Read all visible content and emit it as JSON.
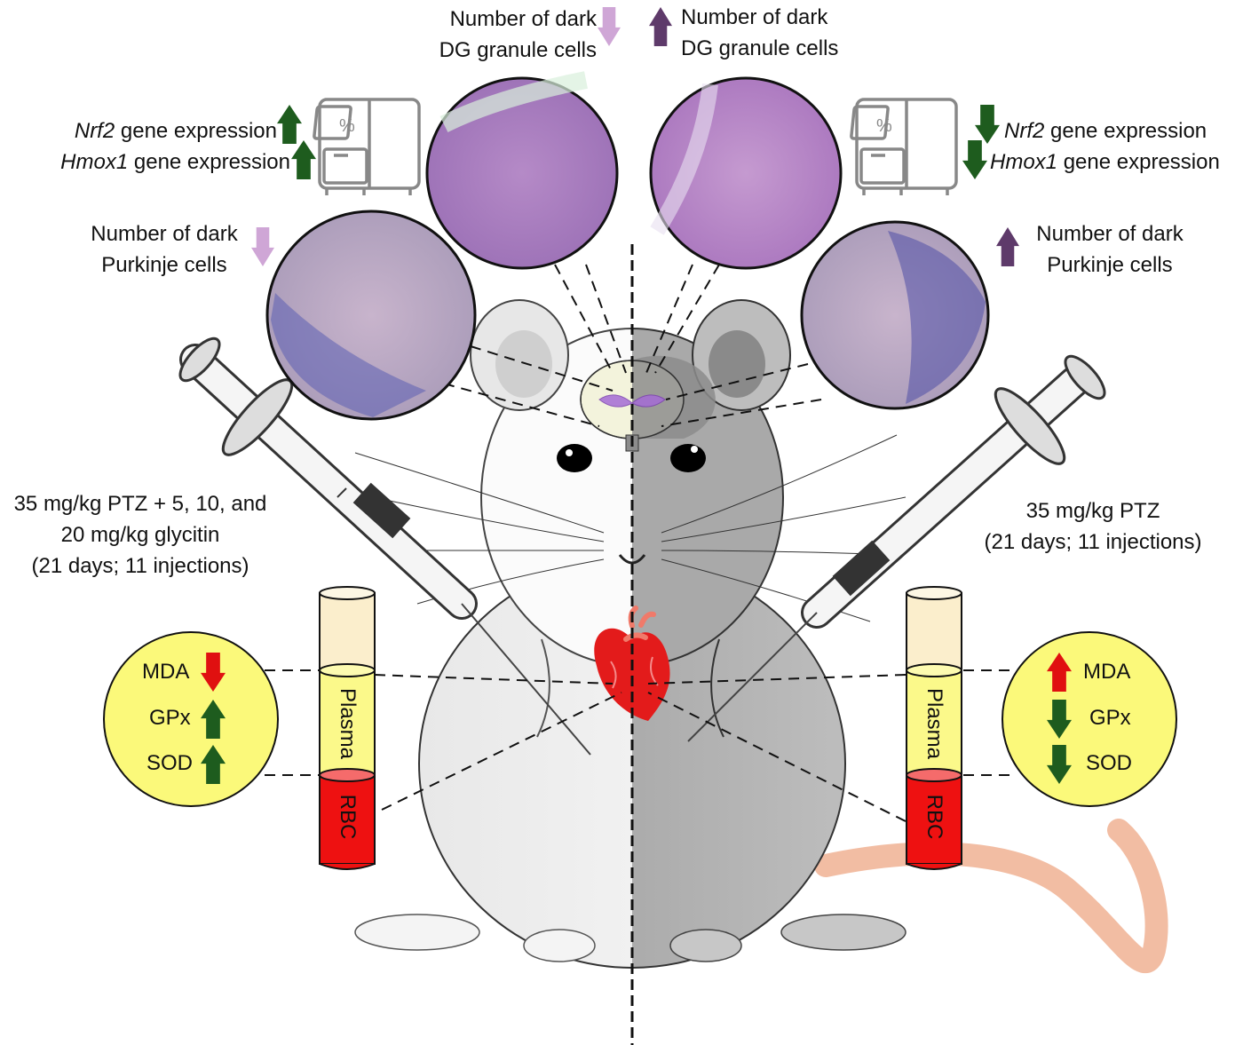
{
  "figure": {
    "type": "graphical-abstract",
    "divider": "dashed vertical midline separating treated (left) and untreated PTZ (right) groups"
  },
  "colors": {
    "up_green": "#1e5c1e",
    "down_green": "#1e5c1e",
    "mda_red": "#e01010",
    "light_purple_arrow": "#cfa6d6",
    "dark_purple_arrow": "#5e3a6a",
    "biomarker_circle": "#fbf97a",
    "plasma": "#fbf98a",
    "plasma_top": "#fbeecc",
    "rbc": "#ee1111",
    "rbc_top": "#f56b6b",
    "tail": "#f2bda3"
  },
  "left": {
    "treatment": {
      "line1": "35 mg/kg PTZ + 5, 10, and",
      "line2": "20 mg/kg glycitin",
      "line3": "(21 days; 11 injections)"
    },
    "dg_cells": {
      "line1": "Number of dark",
      "line2": "DG granule cells",
      "direction": "down"
    },
    "purkinje": {
      "line1": "Number of dark",
      "line2": "Purkinje cells",
      "direction": "down"
    },
    "genes": [
      {
        "gene": "Nrf2",
        "suffix": " gene expression",
        "direction": "up"
      },
      {
        "gene": "Hmox1",
        "suffix": " gene expression",
        "direction": "up"
      }
    ],
    "biomarkers": [
      {
        "label": "MDA",
        "direction": "down",
        "color": "red"
      },
      {
        "label": "GPx",
        "direction": "up",
        "color": "green"
      },
      {
        "label": "SOD",
        "direction": "up",
        "color": "green"
      }
    ],
    "tube": {
      "plasma_label": "Plasma",
      "rbc_label": "RBC"
    }
  },
  "right": {
    "treatment": {
      "line1": "35 mg/kg PTZ",
      "line2": "(21 days; 11 injections)"
    },
    "dg_cells": {
      "line1": "Number of dark",
      "line2": "DG granule cells",
      "direction": "up"
    },
    "purkinje": {
      "line1": "Number of dark",
      "line2": "Purkinje cells",
      "direction": "up"
    },
    "genes": [
      {
        "gene": "Nrf2",
        "suffix": " gene expression",
        "direction": "down"
      },
      {
        "gene": "Hmox1",
        "suffix": " gene expression",
        "direction": "down"
      }
    ],
    "biomarkers": [
      {
        "label": "MDA",
        "direction": "up",
        "color": "red"
      },
      {
        "label": "GPx",
        "direction": "down",
        "color": "green"
      },
      {
        "label": "SOD",
        "direction": "down",
        "color": "green"
      }
    ],
    "tube": {
      "plasma_label": "Plasma",
      "rbc_label": "RBC"
    }
  },
  "icons": {
    "pcr_machine": "qPCR-instrument-icon",
    "brain": "brain-icon",
    "heart": "heart-icon",
    "syringe": "syringe-icon",
    "rat": "rat-illustration"
  }
}
